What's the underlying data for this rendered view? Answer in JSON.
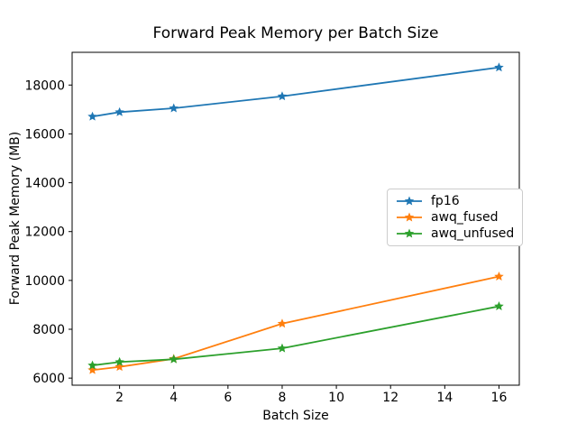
{
  "chart_data": {
    "type": "line",
    "title": "Forward Peak Memory per Batch Size",
    "xlabel": "Batch Size",
    "ylabel": "Forward Peak Memory (MB)",
    "x": [
      1,
      2,
      4,
      8,
      16
    ],
    "series": [
      {
        "name": "fp16",
        "color": "#1f77b4",
        "values": [
          16710,
          16890,
          17050,
          17540,
          18720
        ]
      },
      {
        "name": "awq_fused",
        "color": "#ff7f0e",
        "values": [
          6330,
          6460,
          6790,
          8230,
          10160
        ]
      },
      {
        "name": "awq_unfused",
        "color": "#2ca02c",
        "values": [
          6520,
          6660,
          6770,
          7220,
          8940
        ]
      }
    ],
    "xticks": [
      2,
      4,
      6,
      8,
      10,
      12,
      14,
      16
    ],
    "yticks": [
      6000,
      8000,
      10000,
      12000,
      14000,
      16000,
      18000
    ],
    "xlim": [
      0.25,
      16.75
    ],
    "ylim": [
      5710,
      19340
    ],
    "grid": false,
    "marker": "star",
    "legend_position": "center right",
    "background": "#ffffff",
    "axis_color": "#000000",
    "legend_border_color": "#cccccc"
  }
}
